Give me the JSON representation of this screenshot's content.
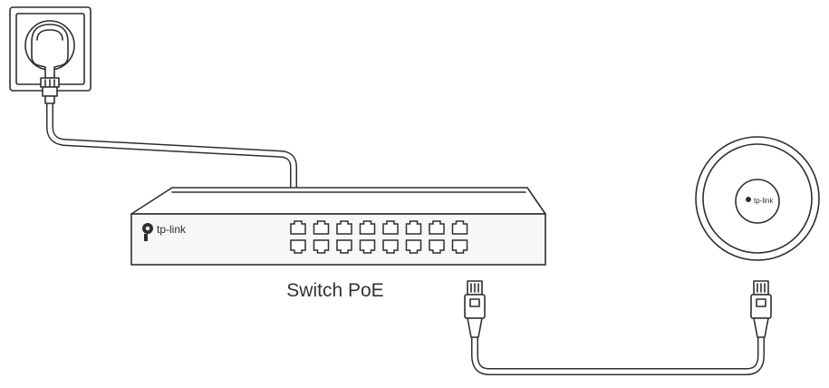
{
  "diagram": {
    "switch_label": "Switch PoE",
    "switch_brand": "tp-link",
    "ap_brand": "tp-link",
    "switch_port_count": 16,
    "colors": {
      "line": "#2f2f2f",
      "fill": "#ffffff",
      "panel": "#f7f7f7"
    },
    "icons": [
      "wall-socket-icon",
      "power-plug-icon",
      "poe-switch-icon",
      "ethernet-port-icon",
      "rj45-connector-icon",
      "access-point-icon",
      "tp-link-logo-icon"
    ]
  }
}
